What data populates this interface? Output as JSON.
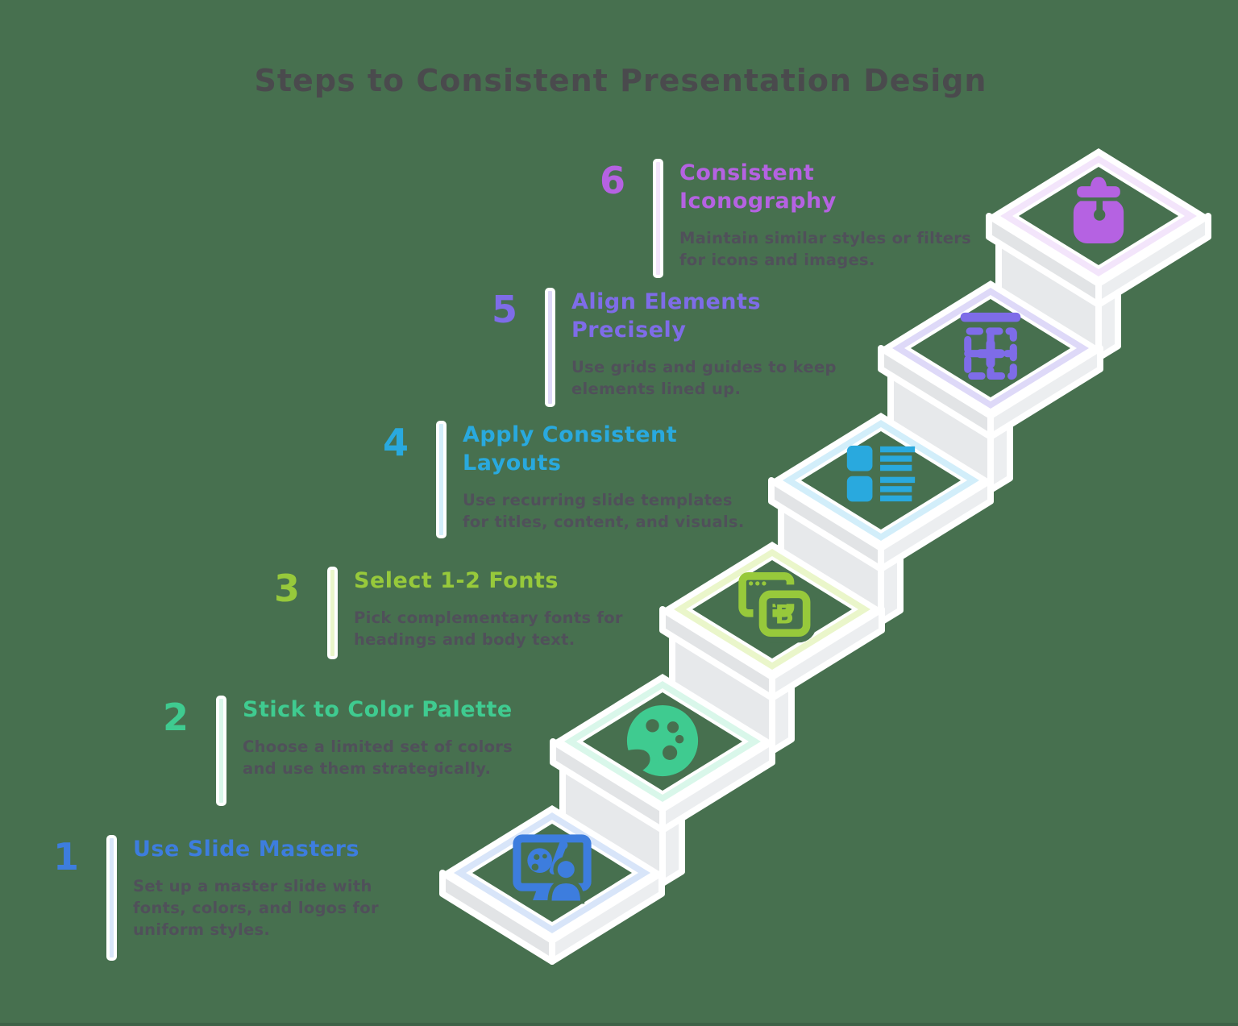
{
  "title": "Steps to Consistent Presentation Design",
  "background_color": "#47704f",
  "steps": [
    {
      "number": "1",
      "title": "Use Slide Masters",
      "description": "Set up a master slide with\nfonts, colors, and logos for\nuniform styles.",
      "color": "#3d7dde",
      "tint": "#d8e5f9",
      "icon": "presentation-design-icon"
    },
    {
      "number": "2",
      "title": "Stick to Color Palette",
      "description": "Choose a limited set of colors\nand use them strategically.",
      "color": "#3fcb90",
      "tint": "#d9f7ea",
      "icon": "palette-icon"
    },
    {
      "number": "3",
      "title": "Select 1-2 Fonts",
      "description": "Pick complementary fonts for\nheadings and body text.",
      "color": "#97c93b",
      "tint": "#eaf6ca",
      "icon": "fonts-ab-icon"
    },
    {
      "number": "4",
      "title": "Apply Consistent\nLayouts",
      "description": "Use recurring slide templates\nfor titles, content, and visuals.",
      "color": "#29a9de",
      "tint": "#d2eefa",
      "icon": "layout-icon"
    },
    {
      "number": "5",
      "title": "Align Elements\nPrecisely",
      "description": "Use grids and guides to keep\nelements lined up.",
      "color": "#7e6ce8",
      "tint": "#ded9f8",
      "icon": "align-grid-icon"
    },
    {
      "number": "6",
      "title": "Consistent\nIconography",
      "description": "Maintain similar styles or filters\nfor icons and images.",
      "color": "#b562e2",
      "tint": "#f3e5fb",
      "icon": "paint-pot-icon"
    }
  ]
}
